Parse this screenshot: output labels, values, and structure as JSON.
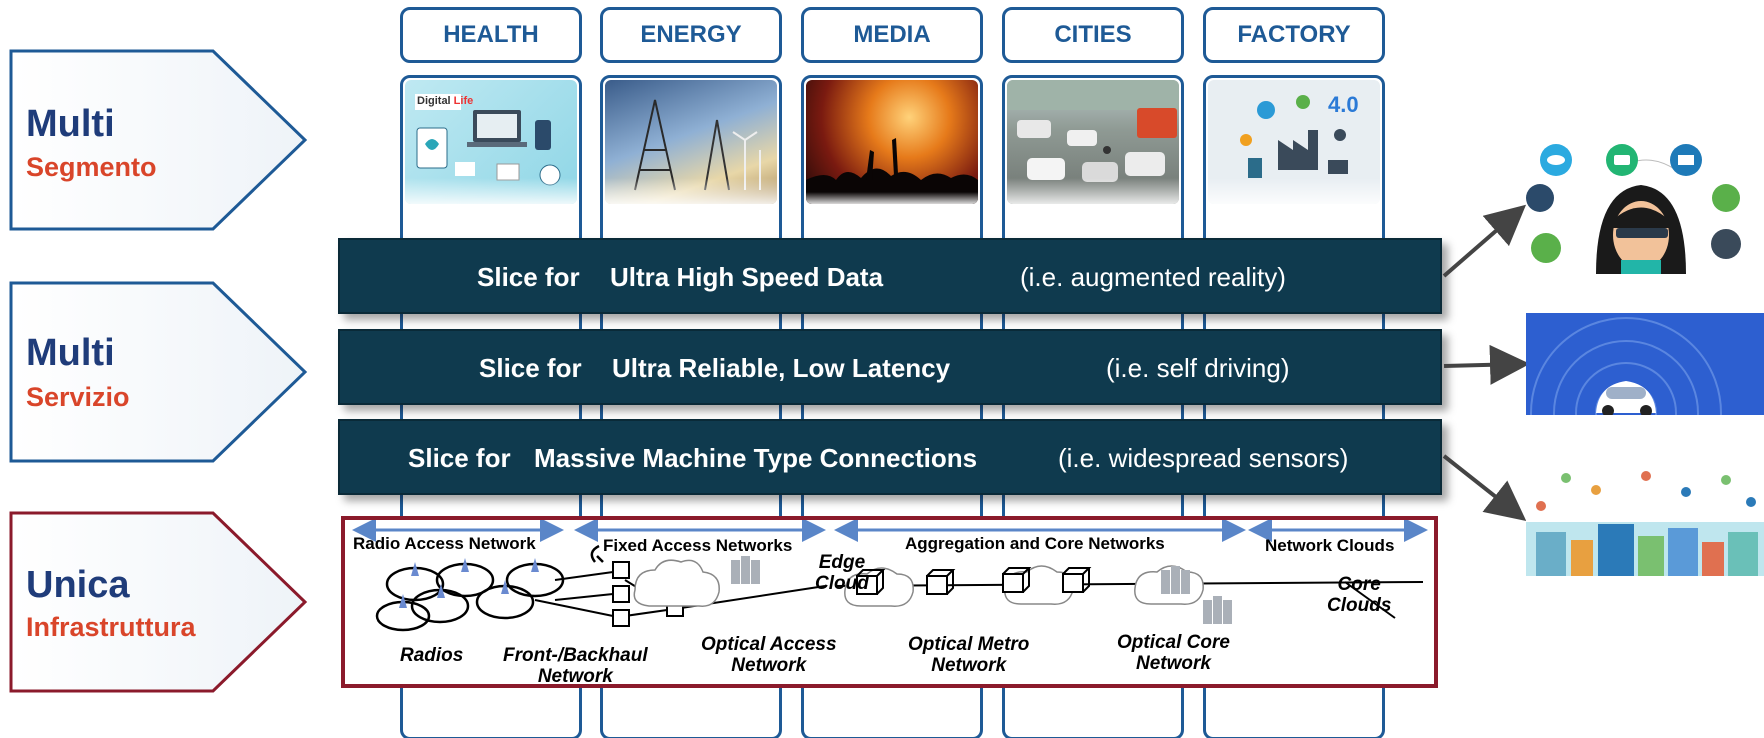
{
  "columns": [
    {
      "label": "HEALTH",
      "image_text": "Digital Life"
    },
    {
      "label": "ENERGY"
    },
    {
      "label": "MEDIA"
    },
    {
      "label": "CITIES"
    },
    {
      "label": "FACTORY",
      "image_text": "4.0"
    }
  ],
  "arrows": [
    {
      "main": "Multi",
      "sub": "Segmento"
    },
    {
      "main": "Multi",
      "sub": "Servizio"
    },
    {
      "main": "Unica",
      "sub": "Infrastruttura"
    }
  ],
  "slices": [
    {
      "prefix": "Slice for",
      "name": "Ultra High Speed Data",
      "example": "(i.e. augmented reality)"
    },
    {
      "prefix": "Slice for",
      "name": "Ultra Reliable, Low Latency",
      "example": "(i.e. self driving)"
    },
    {
      "prefix": "Slice for",
      "name": "Massive Machine Type Connections",
      "example": "(i.e. widespread sensors)"
    }
  ],
  "infrastructure": {
    "segments": [
      "Radio Access Network",
      "Fixed Access Networks",
      "Aggregation and Core Networks",
      "Network Clouds"
    ],
    "labels": {
      "radios": "Radios",
      "fronthaul": "Front-/Backhaul\nNetwork",
      "optical_access": "Optical Access\nNetwork",
      "edge_cloud": "Edge\nCloud",
      "optical_metro": "Optical Metro\nNetwork",
      "optical_core": "Optical Core\nNetwork",
      "core_clouds": "Core\nClouds"
    }
  },
  "colors": {
    "header_blue": "#1e5a96",
    "slice_bg": "#0f3a4e",
    "infra_border": "#8b1a2b",
    "title_blue": "#1f3c7a",
    "sub_red": "#d9452a"
  }
}
